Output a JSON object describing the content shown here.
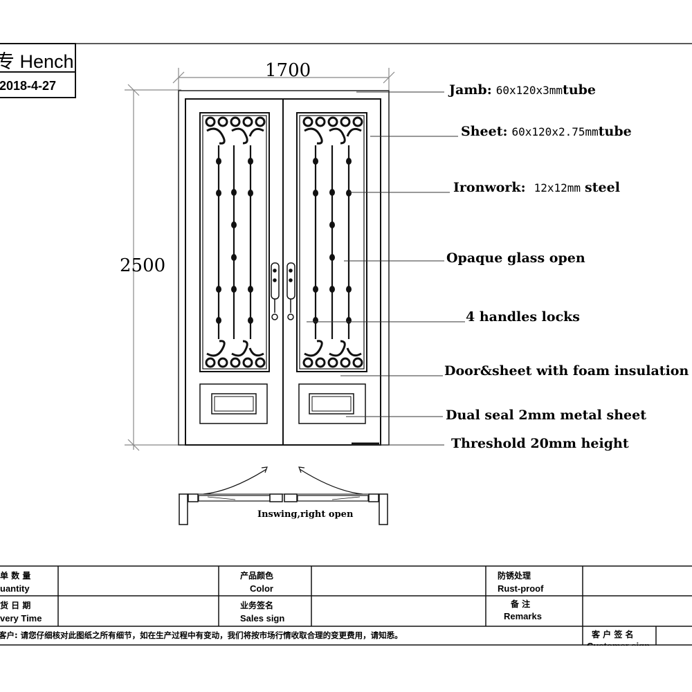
{
  "header": {
    "name_prefix": "专",
    "name": "Hench",
    "date": "2018-4-27"
  },
  "dimensions": {
    "width": "1700",
    "height": "2500"
  },
  "callouts": {
    "jamb": {
      "label": "Jamb:",
      "value": "60x120x3mm",
      "unit": "tube"
    },
    "sheet": {
      "label": "Sheet:",
      "value": "60x120x2.75mm",
      "unit": "tube"
    },
    "ironwork": {
      "label": "Ironwork:",
      "value": "12x12mm",
      "unit": "steel"
    },
    "glass": "Opaque glass open",
    "handles": "4 handles locks",
    "insulation": "Door&sheet with foam insulation",
    "seal": "Dual seal 2mm metal sheet",
    "threshold": "Threshold 20mm height"
  },
  "plan_view": {
    "caption": "Inswing,right open"
  },
  "table": {
    "quantity_cn": "单 数 量",
    "quantity_en": "uantity",
    "color_cn": "产品颜色",
    "color_en": "Color",
    "rust_cn": "防锈处理",
    "rust_en": "Rust-proof",
    "delivery_cn": "货 日 期",
    "delivery_en": "very Time",
    "sales_cn": "业务签名",
    "sales_en": "Sales sign",
    "remarks_cn": "备 注",
    "remarks_en": "Remarks",
    "notice_prefix": "客户:",
    "notice": "请您仔细核对此图纸之所有细节，如在生产过程中有变动，我们将按市场行情收取合理的变更费用，请知悉。",
    "customer_cn": "客 户 签 名",
    "customer_en": "Customer sign"
  }
}
